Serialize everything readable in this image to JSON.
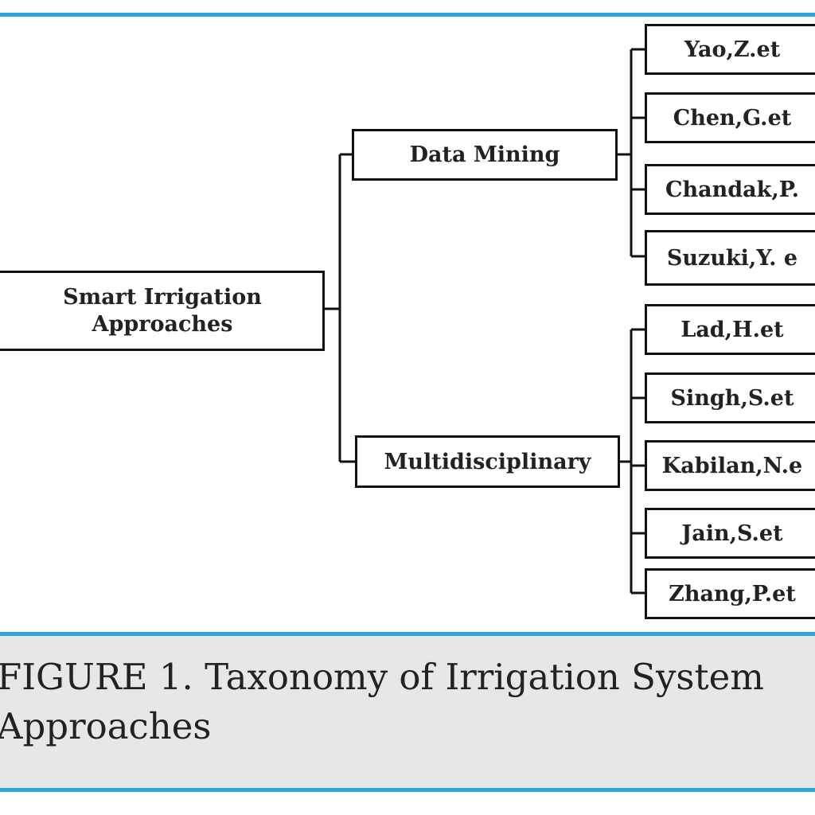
{
  "figure": {
    "caption_line1": "FIGURE 1. Taxonomy of Irrigation System",
    "caption_line2": "Approaches"
  },
  "diagram": {
    "root": {
      "line1": "Smart Irrigation",
      "line2": "Approaches"
    },
    "categories": [
      {
        "label": "Data Mining",
        "leaves": [
          "Yao,Z.et",
          "Chen,G.et",
          "Chandak,P.",
          "Suzuki,Y. e"
        ]
      },
      {
        "label": "Multidisciplinary",
        "leaves": [
          "Lad,H.et",
          "Singh,S.et",
          "Kabilan,N.e",
          "Jain,S.et",
          "Zhang,P.et"
        ]
      }
    ]
  }
}
